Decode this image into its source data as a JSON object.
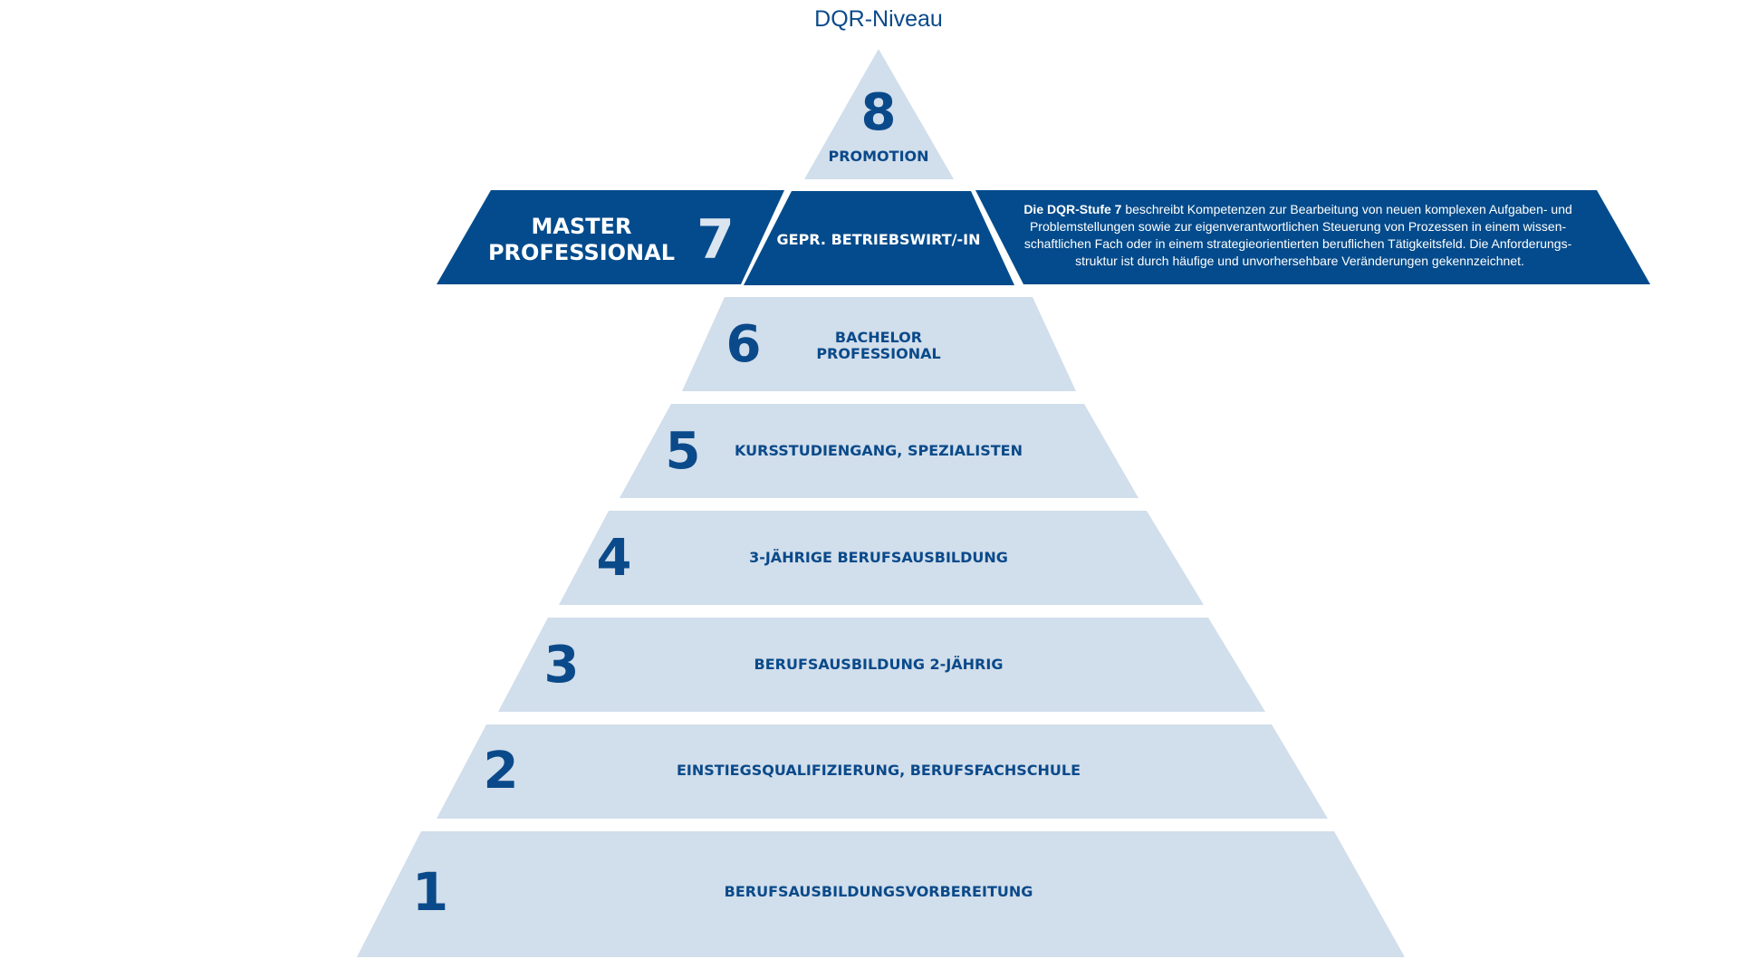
{
  "heading": "DQR-Niveau",
  "colors": {
    "light_fill": "#d1deeb",
    "dark_fill": "#034b8c",
    "text_blue": "#0a4a8a",
    "background": "#ffffff"
  },
  "levels": [
    {
      "number": "1",
      "label": "BERUFSAUSBILDUNGSVORBEREITUNG"
    },
    {
      "number": "2",
      "label": "EINSTIEGSQUALIFIZIERUNG, BERUFSFACHSCHULE"
    },
    {
      "number": "3",
      "label": "BERUFSAUSBILDUNG 2-JÄHRIG"
    },
    {
      "number": "4",
      "label": "3-JÄHRIGE BERUFSAUSBILDUNG"
    },
    {
      "number": "5",
      "label": "KURSSTUDIENGANG, SPEZIALISTEN"
    },
    {
      "number": "6",
      "label_line1": "BACHELOR",
      "label_line2": "PROFESSIONAL"
    },
    {
      "number": "7",
      "label": "GEPR. BETRIEBSWIRT/-IN",
      "side_line1": "MASTER",
      "side_line2": "PROFESSIONAL"
    },
    {
      "number": "8",
      "label": "PROMOTION"
    }
  ],
  "level7_description": {
    "bold_lead": "Die DQR-Stufe 7",
    "line1_rest": " beschreibt Kompetenzen zur Bearbeitung von neuen komplexen Aufgaben- und",
    "line2": "Problemstellungen sowie zur eigenverantwortlichen Steuerung von Prozessen in einem wissen-",
    "line3": "schaftlichen Fach oder in einem strategieorientierten beruflichen Tätigkeitsfeld. Die Anforderungs-",
    "line4": "struktur ist durch häufige und unvorhersehbare Veränderungen gekennzeichnet."
  }
}
